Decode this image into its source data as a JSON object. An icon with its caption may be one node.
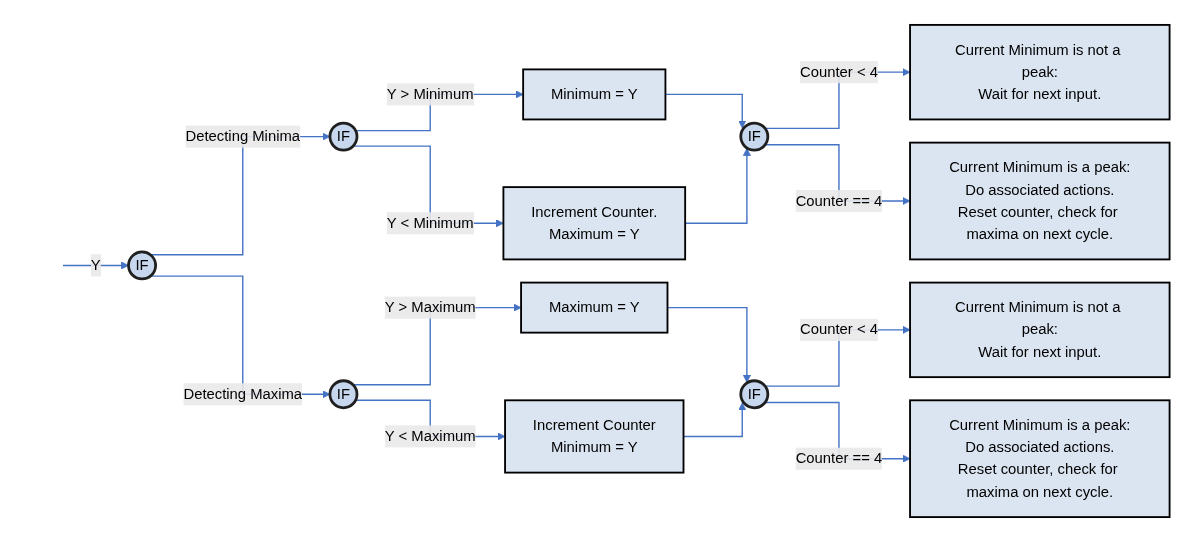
{
  "diagram": {
    "nodes": [
      {
        "text": [
          "IF"
        ]
      },
      {
        "text": [
          "IF"
        ]
      },
      {
        "text": [
          "Minimum = Y"
        ]
      },
      {
        "text": [
          "Increment Counter.",
          "Maximum = Y"
        ]
      },
      {
        "text": [
          "IF"
        ]
      },
      {
        "text": [
          "Current Minimum is not a peak:",
          "Wait for next input."
        ]
      },
      {
        "text": [
          "Current Minimum is a peak:",
          "Do associated actions.",
          "Reset counter, check for maxima on next cycle."
        ]
      },
      {
        "text": [
          "IF"
        ]
      },
      {
        "text": [
          "Maximum = Y"
        ]
      },
      {
        "text": [
          "Increment Counter",
          "Minimum = Y"
        ]
      },
      {
        "text": [
          "IF"
        ]
      },
      {
        "text": [
          "Current Minimum is not a peak:",
          "Wait for next input."
        ]
      },
      {
        "text": [
          "Current Minimum is a peak:",
          "Do associated actions.",
          "Reset counter, check for maxima on next cycle."
        ]
      }
    ],
    "edges": [
      {
        "from": null,
        "to": 0,
        "arrow": "to",
        "label": "Y"
      },
      {
        "from": 0,
        "to": 1,
        "arrow": "to",
        "label": "Detecting Minima"
      },
      {
        "from": 1,
        "to": 2,
        "arrow": "to",
        "label": "Y > Minimum"
      },
      {
        "from": 1,
        "to": 3,
        "arrow": "to",
        "label": "Y < Minimum"
      },
      {
        "from": 2,
        "to": 4,
        "arrow": "to"
      },
      {
        "from": 3,
        "to": 4,
        "arrow": "to"
      },
      {
        "from": 4,
        "to": 5,
        "arrow": "to",
        "label": "Counter < 4"
      },
      {
        "from": 4,
        "to": 6,
        "arrow": "to",
        "label": "Counter == 4"
      },
      {
        "from": 0,
        "to": 7,
        "arrow": "to",
        "label": "Detecting Maxima"
      },
      {
        "from": 7,
        "to": 8,
        "arrow": "to",
        "label": "Y > Maximum"
      },
      {
        "from": 7,
        "to": 9,
        "arrow": "to",
        "label": "Y < Maximum"
      },
      {
        "from": 8,
        "to": 10,
        "arrow": "to"
      },
      {
        "from": 9,
        "to": 10,
        "arrow": "to"
      },
      {
        "from": 10,
        "to": 11,
        "arrow": "to",
        "label": "Counter < 4"
      },
      {
        "from": 10,
        "to": 12,
        "arrow": "to",
        "label": "Counter == 4"
      }
    ]
  }
}
